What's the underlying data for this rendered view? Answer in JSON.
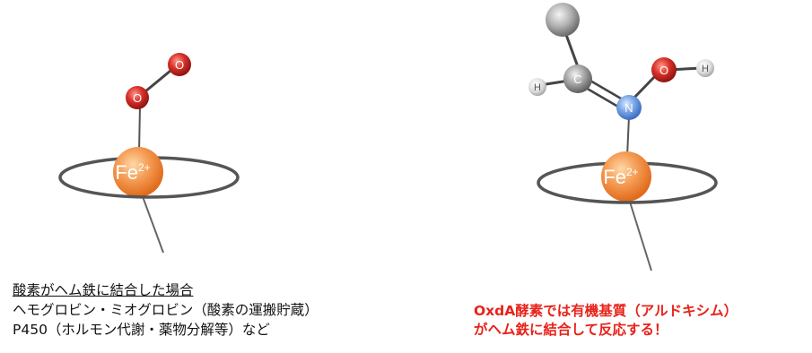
{
  "left_diagram": {
    "oxygen_top": "O",
    "oxygen_bottom": "O",
    "iron": "Fe",
    "iron_charge": "2+"
  },
  "right_diagram": {
    "carbon": "C",
    "nitrogen": "N",
    "oxygen": "O",
    "hydrogen_c": "H",
    "hydrogen_o": "H",
    "iron": "Fe",
    "iron_charge": "2+"
  },
  "captions": {
    "left": {
      "heading": "酸素がヘム鉄に結合した場合",
      "line1": "ヘモグロビン・ミオグロビン（酸素の運搬貯蔵）",
      "line2": "P450（ホルモン代謝・薬物分解等）など"
    },
    "right": {
      "line1": "OxdA酵素では有機基質（アルドキシム）",
      "line2": "がヘム鉄に結合して反応する！"
    }
  },
  "colors": {
    "iron": "#f0883a",
    "oxygen": "#d8302a",
    "nitrogen": "#5a8fd8",
    "carbon": "#8a8a8a",
    "hydrogen": "#d0d0d0",
    "highlight_text": "#e8231a"
  }
}
